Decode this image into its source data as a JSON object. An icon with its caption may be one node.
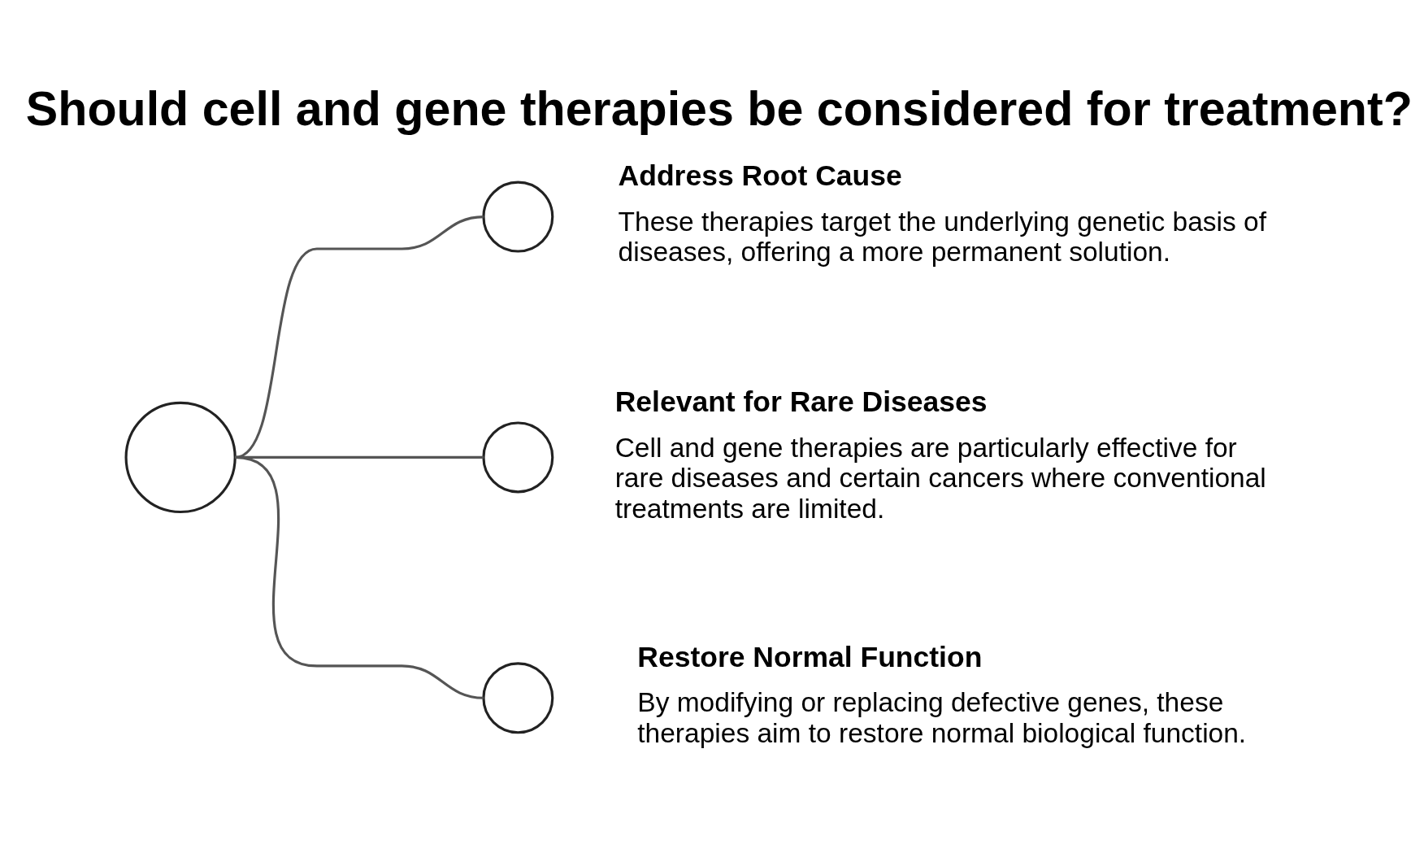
{
  "diagram": {
    "title": "Should cell and gene therapies be considered for treatment?",
    "nodes": [
      {
        "text": [],
        "shape": "circle"
      },
      {
        "text": [],
        "shape": "circle",
        "beside": [
          "Address Root Cause",
          "These therapies target the underlying genetic basis of diseases, offering a more permanent solution."
        ]
      },
      {
        "text": [],
        "shape": "circle",
        "beside": [
          "Relevant for Rare Diseases",
          "Cell and gene therapies are particularly effective for rare diseases and certain cancers where conventional treatments are limited."
        ]
      },
      {
        "text": [],
        "shape": "circle",
        "beside": [
          "Restore Normal Function",
          "By modifying or replacing defective genes, these therapies aim to restore normal biological function."
        ]
      }
    ],
    "edges": [
      {
        "from": 0,
        "to": 1,
        "arrow": "none"
      },
      {
        "from": 0,
        "to": 2,
        "arrow": "none"
      },
      {
        "from": 0,
        "to": 3,
        "arrow": "none"
      }
    ]
  }
}
